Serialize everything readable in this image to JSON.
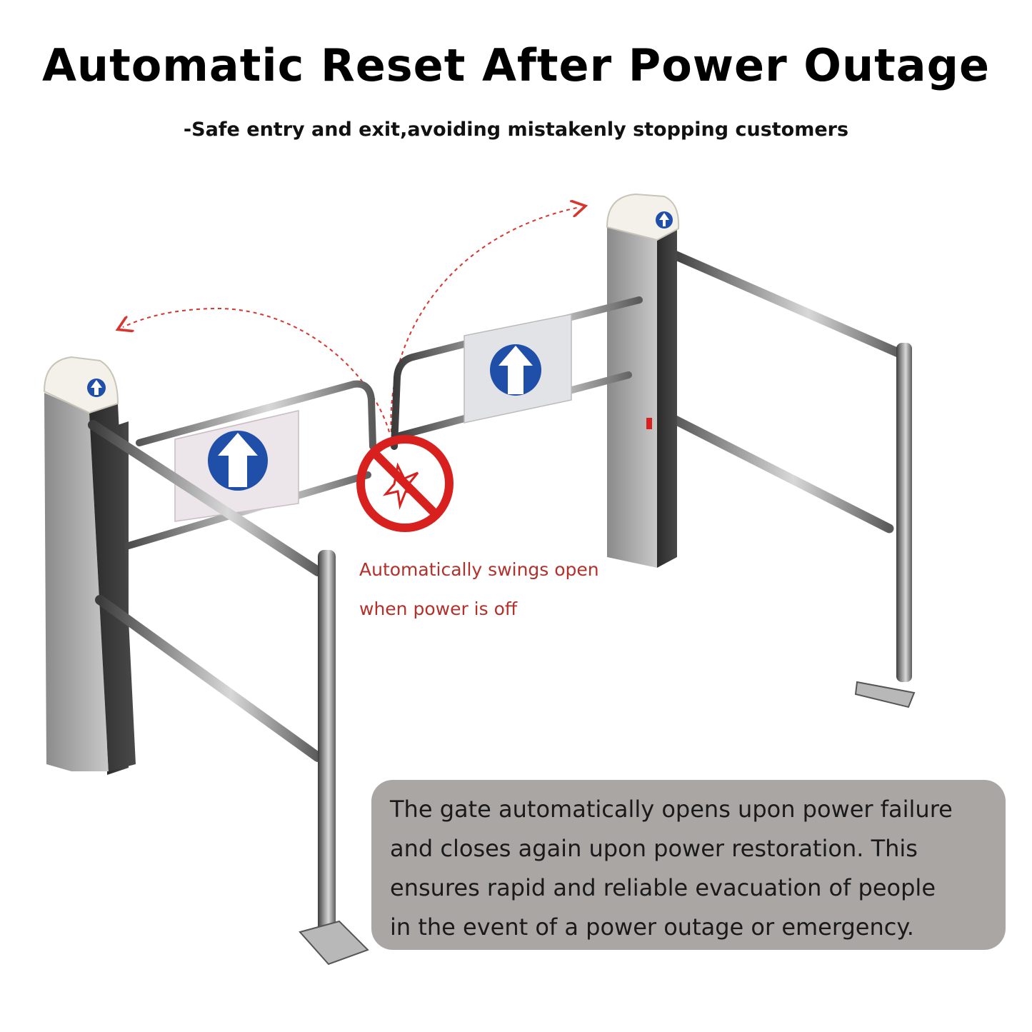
{
  "header": {
    "title": "Automatic Reset After Power Outage",
    "subtitle": "-Safe entry and exit,avoiding mistakenly stopping customers"
  },
  "callout": {
    "line1": "Automatically swings open",
    "line2": "when power is off",
    "color": "#b3302b"
  },
  "info_box": {
    "lines": [
      "The gate automatically opens upon power failure",
      "and closes again upon power restoration. This",
      "ensures rapid and reliable evacuation of people",
      "in the event of a power outage or emergency."
    ],
    "background": "#a9a6a4"
  },
  "illustration": {
    "subject": "swing-gate-turnstile",
    "icons": [
      "up-arrow-sign-icon",
      "no-collision-icon",
      "swing-direction-arrow-icon"
    ],
    "accent_blue": "#1f4fa8",
    "warning_red": "#d8211f"
  }
}
